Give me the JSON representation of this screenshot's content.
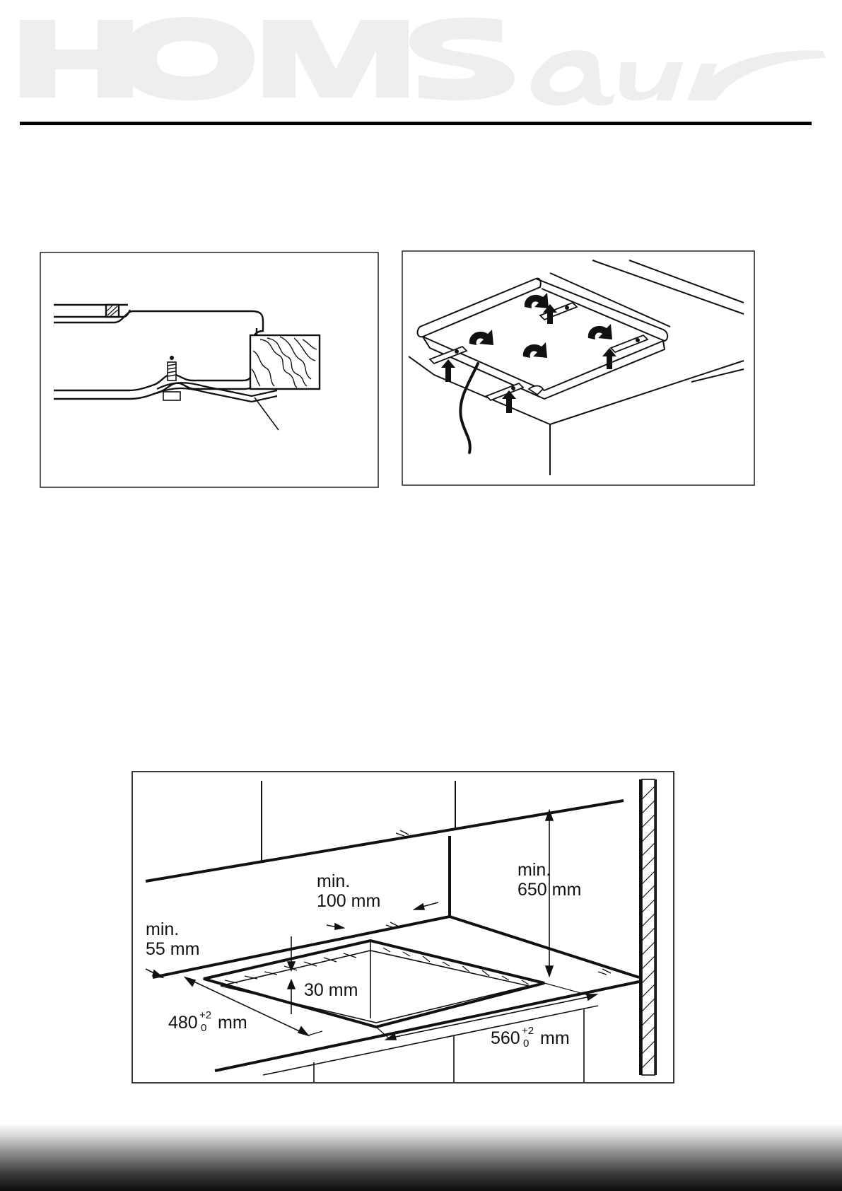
{
  "brand": {
    "logo_text": "HOMSair",
    "logo_color": "#eeeeee"
  },
  "figures": {
    "clamp_section": {
      "icon": "bracket-clamp-cross-section"
    },
    "underside_view": {
      "icon": "hob-underside-brackets"
    },
    "cutout_diagram": {
      "labels": {
        "min_100": [
          "min.",
          "100 mm"
        ],
        "min_650": [
          "min.",
          "650 mm"
        ],
        "min_55": [
          "min.",
          "55 mm"
        ],
        "depth_30": "30 mm",
        "width_480": {
          "value": "480",
          "sup": "+2",
          "sub": "0",
          "unit": "mm"
        },
        "width_560": {
          "value": "560",
          "sup": "+2",
          "sub": "0",
          "unit": "mm"
        }
      }
    }
  },
  "footer": {
    "gradient": [
      "#ffffff",
      "#0d0d0d"
    ]
  }
}
